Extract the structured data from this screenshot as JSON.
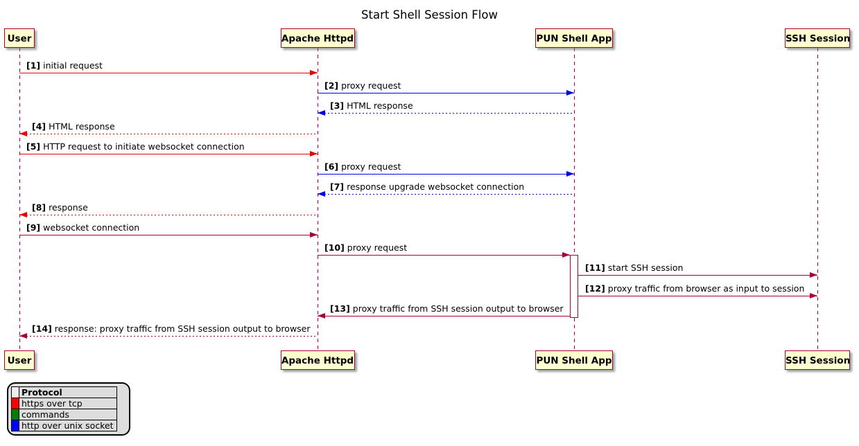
{
  "title": "Start Shell Session Flow",
  "participants": [
    {
      "id": "user",
      "label": "User"
    },
    {
      "id": "apache",
      "label": "Apache Httpd"
    },
    {
      "id": "pun",
      "label": "PUN Shell App"
    },
    {
      "id": "ssh",
      "label": "SSH Session"
    }
  ],
  "messages": [
    {
      "seq": "[1]",
      "text": "initial request",
      "from": "user",
      "to": "apache",
      "color": "red",
      "line": "solid"
    },
    {
      "seq": "[2]",
      "text": "proxy request",
      "from": "apache",
      "to": "pun",
      "color": "blue",
      "line": "solid"
    },
    {
      "seq": "[3]",
      "text": "HTML response",
      "from": "pun",
      "to": "apache",
      "color": "blue",
      "line": "dotted"
    },
    {
      "seq": "[4]",
      "text": "HTML response",
      "from": "apache",
      "to": "user",
      "color": "red",
      "line": "dotted"
    },
    {
      "seq": "[5]",
      "text": "HTTP request to initiate websocket connection",
      "from": "user",
      "to": "apache",
      "color": "red",
      "line": "solid"
    },
    {
      "seq": "[6]",
      "text": "proxy request",
      "from": "apache",
      "to": "pun",
      "color": "blue",
      "line": "solid"
    },
    {
      "seq": "[7]",
      "text": "response upgrade websocket connection",
      "from": "pun",
      "to": "apache",
      "color": "blue",
      "line": "dotted"
    },
    {
      "seq": "[8]",
      "text": "response",
      "from": "apache",
      "to": "user",
      "color": "red",
      "line": "dotted"
    },
    {
      "seq": "[9]",
      "text": "websocket connection",
      "from": "user",
      "to": "apache",
      "color": "crimson",
      "line": "solid"
    },
    {
      "seq": "[10]",
      "text": "proxy request",
      "from": "apache",
      "to": "pun",
      "color": "crimson",
      "line": "solid"
    },
    {
      "seq": "[11]",
      "text": "start SSH session",
      "from": "pun",
      "to": "ssh",
      "color": "crimson",
      "line": "solid"
    },
    {
      "seq": "[12]",
      "text": "proxy traffic from browser as input to session",
      "from": "pun",
      "to": "ssh",
      "color": "crimson",
      "line": "solid"
    },
    {
      "seq": "[13]",
      "text": "proxy traffic from SSH session output to browser",
      "from": "pun",
      "to": "apache",
      "color": "crimson",
      "line": "solid"
    },
    {
      "seq": "[14]",
      "text": "response: proxy traffic from SSH session output to browser",
      "from": "apache",
      "to": "user",
      "color": "crimson",
      "line": "dotted"
    }
  ],
  "activation": {
    "participant": "pun",
    "from_seq": 10,
    "to_seq": 13
  },
  "legend": {
    "title": "Protocol",
    "rows": [
      {
        "color": "#FF0000",
        "label": "https over tcp"
      },
      {
        "color": "#008000",
        "label": "commands"
      },
      {
        "color": "#0000FF",
        "label": "http over unix socket"
      }
    ]
  },
  "colors": {
    "red": "#EE0000",
    "blue": "#0000EE",
    "crimson": "#A80036",
    "box_fill": "#FEFECE",
    "box_border": "#A80036",
    "legend_bg": "#DDDDDD"
  }
}
